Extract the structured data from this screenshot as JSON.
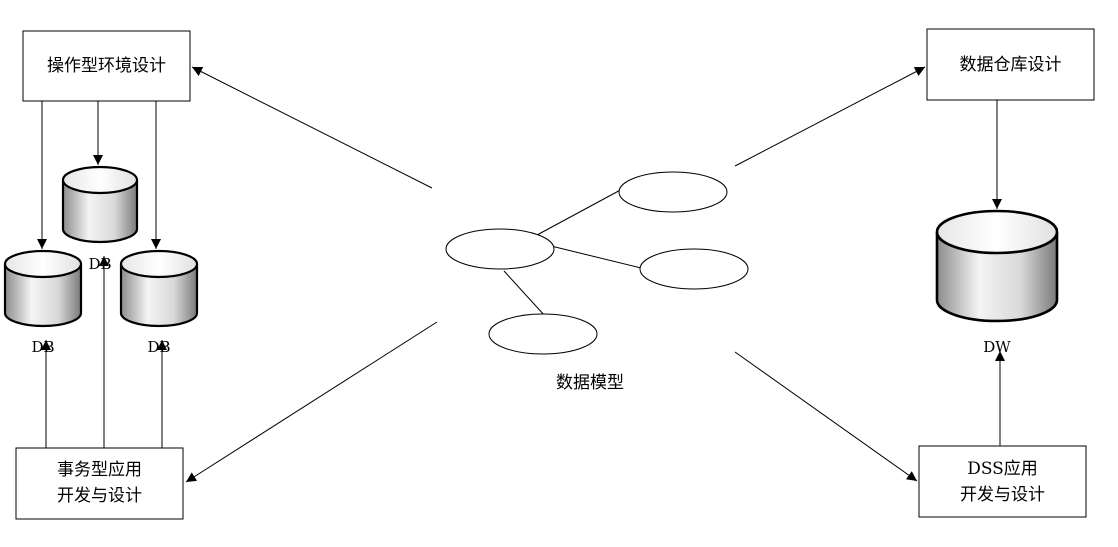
{
  "boxes": {
    "ops_env_design": "操作型环境设计",
    "transaction_app": [
      "事务型应用",
      "开发与设计"
    ],
    "dw_design": "数据仓库设计",
    "dss_app": [
      "DSS应用",
      "开发与设计"
    ]
  },
  "cylinders": {
    "db_top": "DB",
    "db_left": "DB",
    "db_right": "DB",
    "dw": "DW"
  },
  "data_model_label": "数据模型",
  "colors": {
    "stroke": "#000000",
    "cyl_light": "#f4f4f4",
    "cyl_dark": "#8c8c8c"
  }
}
